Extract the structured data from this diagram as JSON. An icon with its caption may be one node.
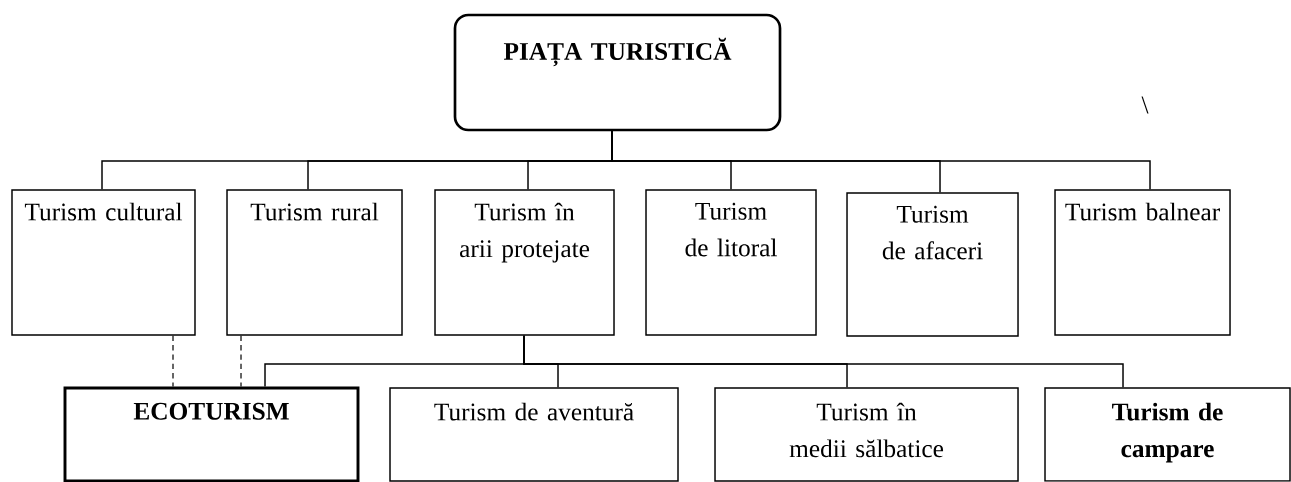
{
  "diagram": {
    "nodes": [
      {
        "text": [
          "PIAȚA TURISTICĂ"
        ]
      },
      {
        "text": [
          "Turism cultural"
        ]
      },
      {
        "text": [
          "Turism rural"
        ]
      },
      {
        "text": [
          "Turism în arii protejate"
        ]
      },
      {
        "text": [
          "Turism de litoral"
        ]
      },
      {
        "text": [
          "Turism de afaceri"
        ]
      },
      {
        "text": [
          "Turism balnear"
        ]
      },
      {
        "text": [
          "ECOTURISM"
        ]
      },
      {
        "text": [
          "Turism de aventură"
        ]
      },
      {
        "text": [
          "Turism în medii sălbatice"
        ]
      },
      {
        "text": [
          "Turism de campare"
        ]
      }
    ],
    "edges": [
      {
        "from": 0,
        "to": 1,
        "arrow": "none"
      },
      {
        "from": 0,
        "to": 2,
        "arrow": "none"
      },
      {
        "from": 0,
        "to": 3,
        "arrow": "none"
      },
      {
        "from": 0,
        "to": 4,
        "arrow": "none"
      },
      {
        "from": 0,
        "to": 5,
        "arrow": "none"
      },
      {
        "from": 0,
        "to": 6,
        "arrow": "none"
      },
      {
        "from": 3,
        "to": 7,
        "arrow": "none"
      },
      {
        "from": 3,
        "to": 8,
        "arrow": "none"
      },
      {
        "from": 3,
        "to": 9,
        "arrow": "none"
      },
      {
        "from": 3,
        "to": 10,
        "arrow": "none"
      },
      {
        "from": 1,
        "to": 7,
        "arrow": "none",
        "style": "dashed"
      },
      {
        "from": 2,
        "to": 7,
        "arrow": "none",
        "style": "dashed"
      }
    ],
    "labels": [
      "\\"
    ]
  }
}
